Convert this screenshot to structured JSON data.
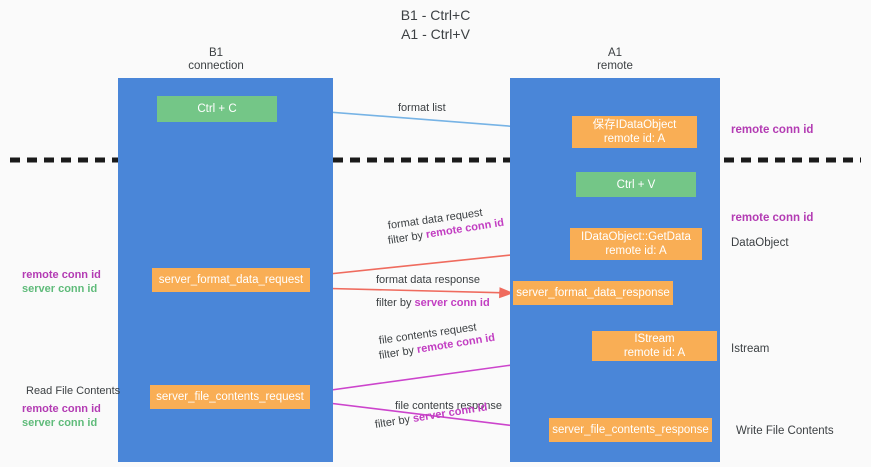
{
  "title": {
    "line1": "B1 - Ctrl+C",
    "line2": "A1 - Ctrl+V"
  },
  "lanes": [
    {
      "id": "b1",
      "name": "B1",
      "sub": "connection"
    },
    {
      "id": "a1",
      "name": "A1",
      "sub": "remote"
    }
  ],
  "nodes": {
    "ctrl_c": {
      "label": "Ctrl + C",
      "color": "#74c687"
    },
    "ctrl_v": {
      "label": "Ctrl + V",
      "color": "#74c687"
    },
    "save_idataobject": {
      "line1": "保存IDataObject",
      "line2": "remote id: A",
      "color": "#f9ae55"
    },
    "idataobject_getdata": {
      "line1": "IDataObject::GetData",
      "line2": "remote id: A",
      "color": "#f9ae55"
    },
    "server_format_data_request": {
      "label": "server_format_data_request",
      "color": "#f9ae55"
    },
    "server_format_data_response": {
      "label": "server_format_data_response",
      "color": "#f9ae55"
    },
    "istream": {
      "line1": "IStream",
      "line2": "remote id: A",
      "color": "#f9ae55"
    },
    "server_file_contents_request": {
      "label": "server_file_contents_request",
      "color": "#f9ae55"
    },
    "server_file_contents_response": {
      "label": "server_file_contents_response",
      "color": "#f9ae55"
    }
  },
  "edges": {
    "format_list": {
      "label": "format list",
      "color": "#76b3e5"
    },
    "format_data_request": {
      "label": "format data request",
      "filter_prefix": "filter by ",
      "filter_key": "remote conn id",
      "color": "#ef6b5e"
    },
    "format_data_response": {
      "label": "format data response",
      "filter_prefix": "filter by ",
      "filter_key": "server conn id",
      "color": "#ef6b5e"
    },
    "file_contents_request": {
      "label": "file contents request",
      "filter_prefix": "filter by ",
      "filter_key": "remote conn id",
      "color": "#cc44cc"
    },
    "file_contents_response": {
      "label": "file contents response",
      "filter_prefix": "filter by ",
      "filter_key": "server conn id",
      "color": "#cc44cc"
    }
  },
  "left_notes": {
    "mid_remote": "remote conn id",
    "mid_server": "server conn id",
    "read_file_contents": "Read File Contents",
    "bottom_remote": "remote conn id",
    "bottom_server": "server conn id"
  },
  "right_notes": {
    "remote_conn_id_top": "remote conn id",
    "remote_conn_id_mid": "remote conn id",
    "dataobject": "DataObject",
    "istream": "Istream",
    "write_file_contents": "Write File Contents"
  },
  "colors": {
    "lane_fill": "#4a86d8",
    "node_green": "#74c687",
    "node_orange": "#f9ae55",
    "divider": "#1a1a1a",
    "arrow_blue": "#76b3e5",
    "arrow_red": "#ef6b5e",
    "arrow_magenta": "#cc44cc",
    "arrow_black": "#111111",
    "highlight_purple": "#b33bb3",
    "highlight_green": "#5fbb7a"
  }
}
